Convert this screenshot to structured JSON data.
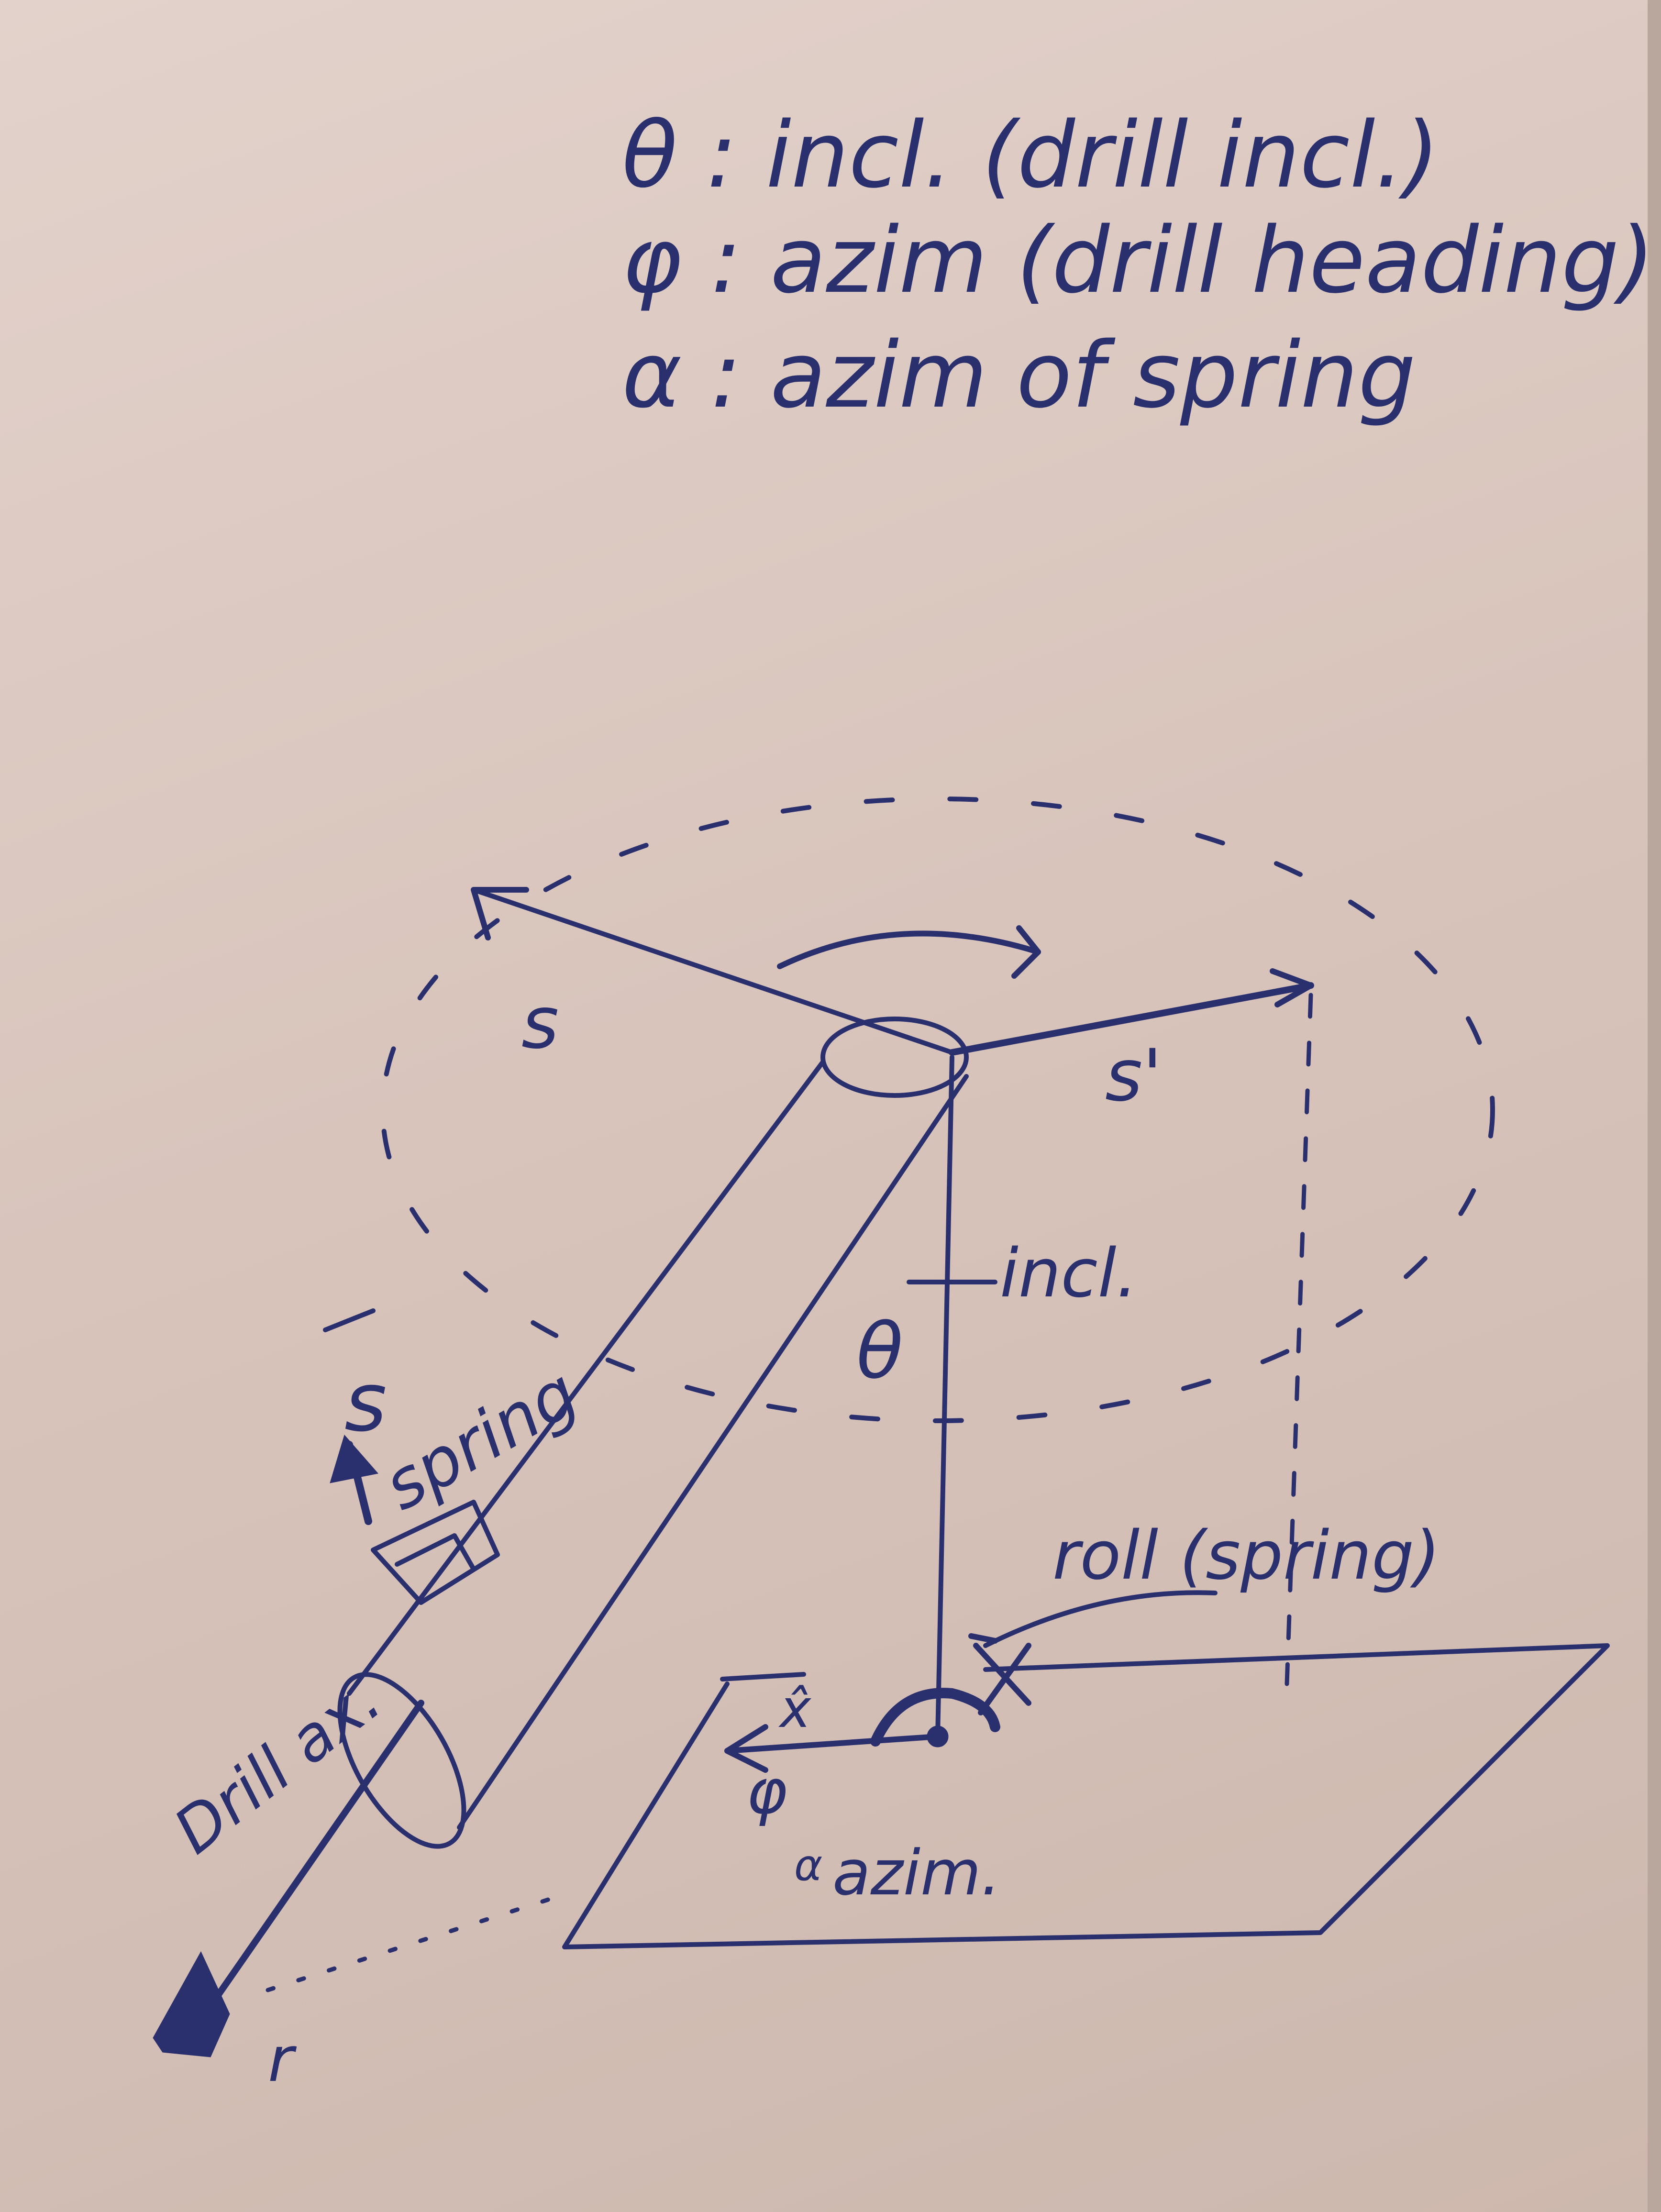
{
  "legend": {
    "line1": "θ : incl. (drill incl.)",
    "line2": "φ : azim (drill heading)",
    "line3": "α : azim of spring"
  },
  "labels": {
    "s_left": "s",
    "s_right": "s'",
    "s_spring": "s",
    "spring": "spring",
    "theta": "θ",
    "incl": "incl.",
    "roll": "roll (spring)",
    "x_hat": "x̂",
    "phi": "φ",
    "alpha": "α",
    "azim": "azim.",
    "drill_ax": "Drill ax.",
    "r_vec": "r"
  },
  "colors": {
    "ink": "#2a2f6e",
    "paper": "#d9c6bd"
  }
}
